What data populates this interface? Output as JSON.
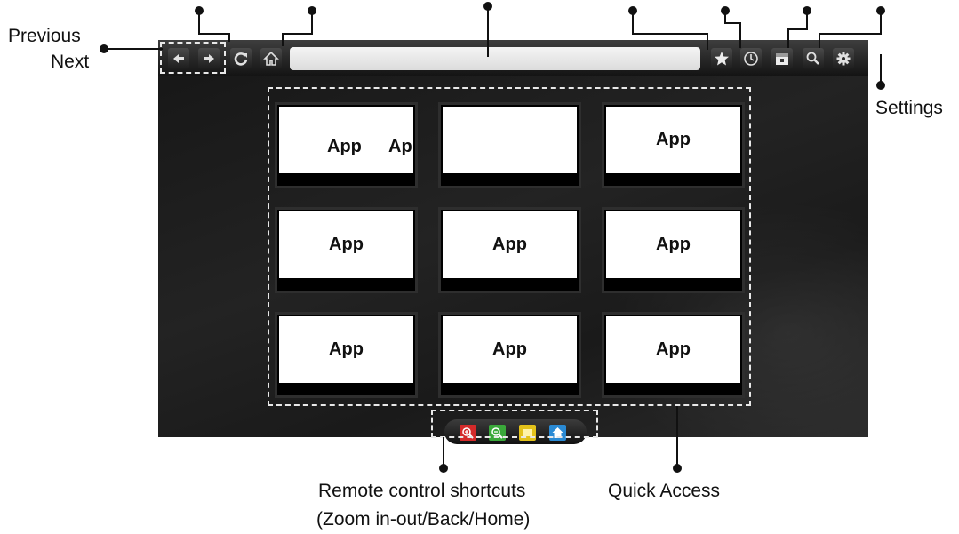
{
  "labels": {
    "previous": "Previous",
    "next": "Next",
    "settings": "Settings",
    "shortcuts_line1": "Remote control shortcuts",
    "shortcuts_line2": "(Zoom in-out/Back/Home)",
    "quick_access": "Quick Access"
  },
  "tiles": [
    {
      "label": "App",
      "extra": "Ap"
    },
    {
      "label": ""
    },
    {
      "label": "App"
    },
    {
      "label": "App"
    },
    {
      "label": "App"
    },
    {
      "label": "App"
    },
    {
      "label": "App"
    },
    {
      "label": "App"
    },
    {
      "label": "App"
    }
  ],
  "toolbar_icons": [
    "arrow-left-icon",
    "arrow-right-icon",
    "refresh-icon",
    "home-icon",
    "star-icon",
    "history-icon",
    "calendar-icon",
    "search-icon",
    "gear-icon"
  ],
  "shortcut_colors": [
    "#d42a2a",
    "#3aa83a",
    "#e3c21a",
    "#2a8ad4"
  ]
}
